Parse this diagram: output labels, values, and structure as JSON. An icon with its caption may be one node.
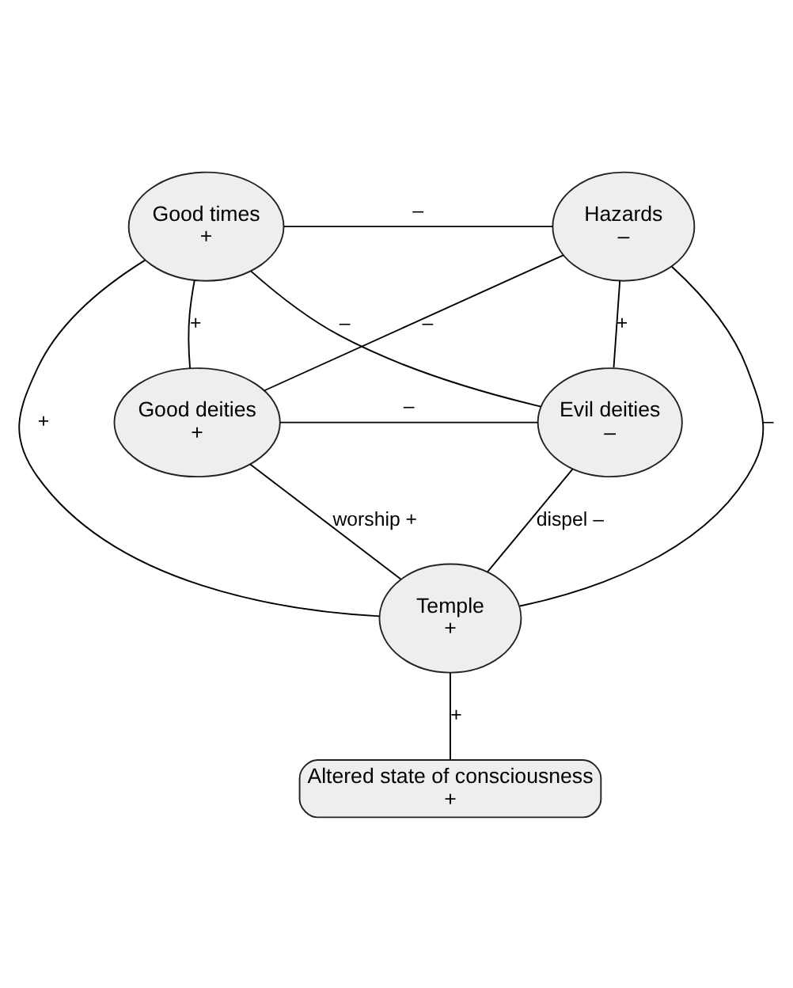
{
  "diagram": {
    "nodes": [
      {
        "text": [
          "Good times",
          "+"
        ]
      },
      {
        "text": [
          "Hazards",
          "–"
        ]
      },
      {
        "text": [
          "Good deities",
          "+"
        ]
      },
      {
        "text": [
          "Evil deities",
          "–"
        ]
      },
      {
        "text": [
          "Temple",
          "+"
        ]
      },
      {
        "text": [
          "Altered state of consciousness",
          "+"
        ]
      }
    ],
    "edges": [
      {
        "from": 0,
        "to": 1,
        "arrow": "none",
        "label": "–"
      },
      {
        "from": 0,
        "to": 2,
        "arrow": "none",
        "label": "+"
      },
      {
        "from": 0,
        "to": 3,
        "arrow": "none",
        "label": "–"
      },
      {
        "from": 1,
        "to": 2,
        "arrow": "none",
        "label": "–"
      },
      {
        "from": 1,
        "to": 3,
        "arrow": "none",
        "label": "+"
      },
      {
        "from": 2,
        "to": 3,
        "arrow": "none",
        "label": "–"
      },
      {
        "from": 0,
        "to": 4,
        "arrow": "none",
        "label": "+"
      },
      {
        "from": 1,
        "to": 4,
        "arrow": "none",
        "label": "–"
      },
      {
        "from": 2,
        "to": 4,
        "arrow": "none",
        "label": "worship +"
      },
      {
        "from": 3,
        "to": 4,
        "arrow": "none",
        "label": "dispel –"
      },
      {
        "from": 4,
        "to": 5,
        "arrow": "none",
        "label": "+"
      }
    ]
  }
}
